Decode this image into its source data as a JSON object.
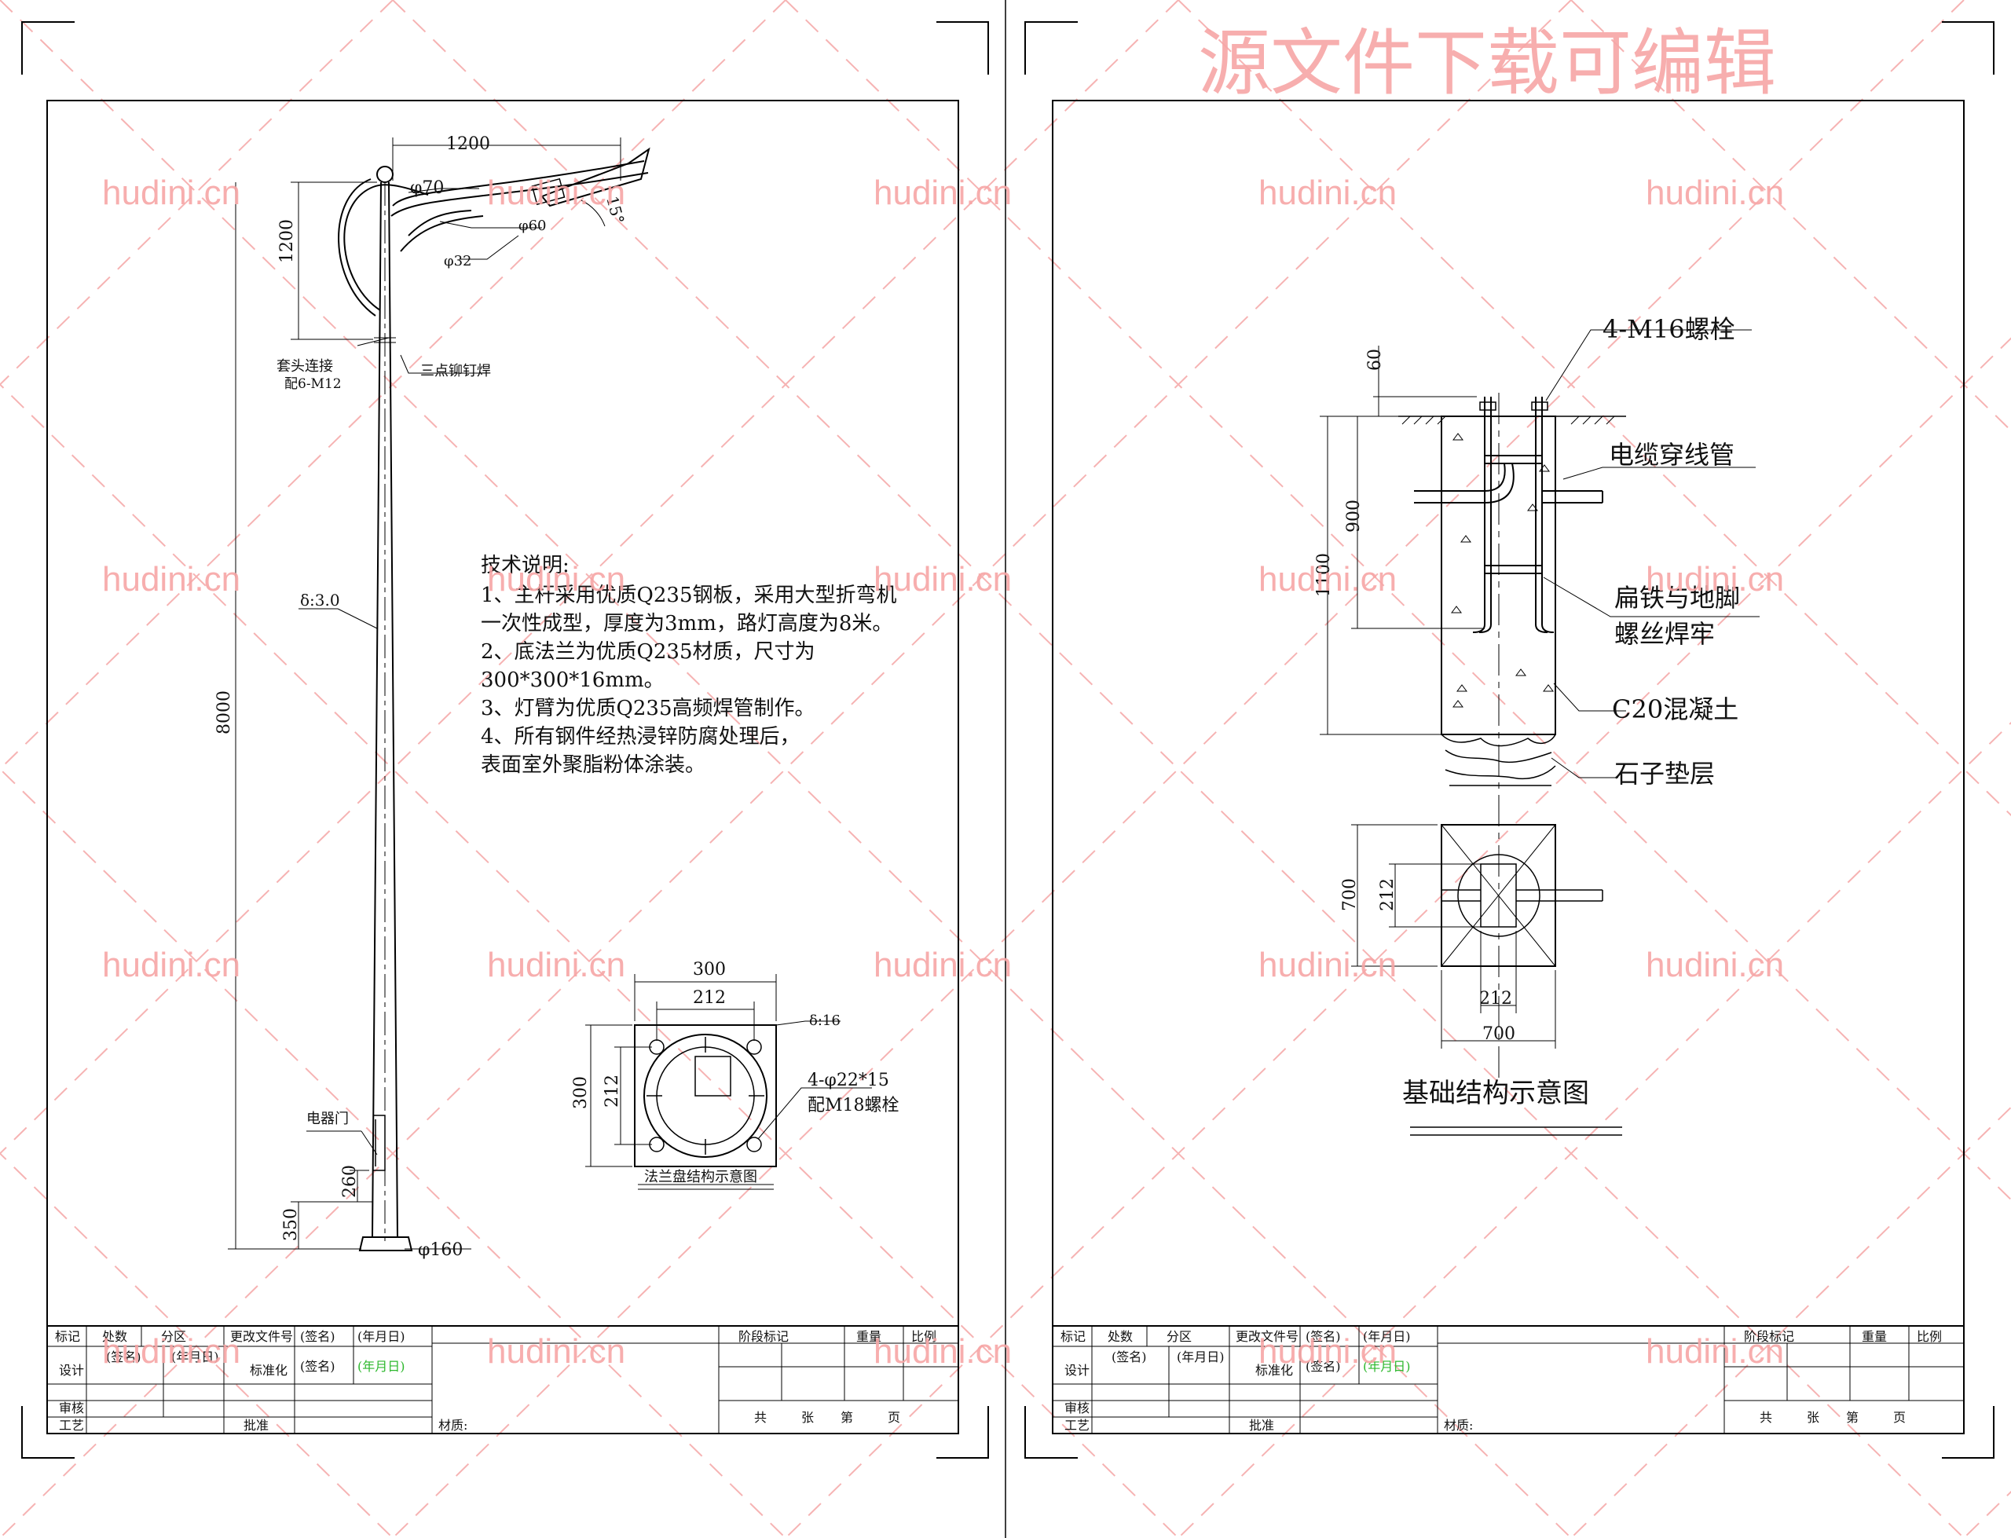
{
  "left_sheet": {
    "dims": {
      "arm_length": "1200",
      "arm_height": "1200",
      "top_diameter": "φ70",
      "arm_pipe": "φ60",
      "angle": "15°",
      "curve_pipe": "φ32",
      "total_height": "8000",
      "door_height": "260",
      "base_height": "350",
      "base_diameter": "φ160"
    },
    "labels": {
      "sleeve_connect": "套头连接",
      "sleeve_bolts": "配6-M12",
      "three_point_weld": "三点铆钉焊",
      "thickness": "δ:3.0",
      "electric_door": "电器门"
    },
    "tech_notes": {
      "title": "技术说明:",
      "lines": [
        "1、主杆采用优质Q235钢板，采用大型折弯机",
        "一次性成型，厚度为3mm，路灯高度为8米。",
        "2、底法兰为优质Q235材质，尺寸为",
        "300*300*16mm。",
        "3、灯臂为优质Q235高频焊管制作。",
        "4、所有钢件经热浸锌防腐处理后，",
        "表面室外聚脂粉体涂装。"
      ]
    },
    "flange": {
      "outer_w": "300",
      "inner_w": "212",
      "outer_h": "300",
      "inner_h": "212",
      "thickness": "δ:16",
      "holes": "4-φ22*15",
      "bolts": "配M18螺栓",
      "caption": "法兰盘结构示意图"
    }
  },
  "right_sheet": {
    "section": {
      "bolt": "4-M16螺栓",
      "cable_pipe": "电缆穿线管",
      "flat_iron_1": "扁铁与地脚",
      "flat_iron_2": "螺丝焊牢",
      "concrete": "C20混凝土",
      "gravel": "石子垫层",
      "dim_60": "60",
      "dim_900": "900",
      "dim_1100": "1100"
    },
    "plan": {
      "dim_700_v": "700",
      "dim_212_v": "212",
      "dim_212_h": "212",
      "dim_700_h": "700"
    },
    "caption": "基础结构示意图"
  },
  "title_block": {
    "row1": [
      "标记",
      "处数",
      "分区",
      "更改文件号",
      "(签名)",
      "(年月日)"
    ],
    "row2": [
      "设计",
      "(签名)",
      "(年月日)",
      "标准化",
      "(签名)",
      "(年月日)"
    ],
    "review": "审核",
    "craft": "工艺",
    "approve": "批准",
    "material": "材质:",
    "stage_mark": "阶段标记",
    "weight": "重量",
    "scale": "比例",
    "pages": [
      "共",
      "张",
      "第",
      "页"
    ]
  },
  "watermark": {
    "banner": "源文件下载可编辑",
    "site": "hudini.cn"
  },
  "colors": {
    "watermark": "#f7a6a6",
    "green_text": "#2eb82e",
    "line": "#000000"
  }
}
